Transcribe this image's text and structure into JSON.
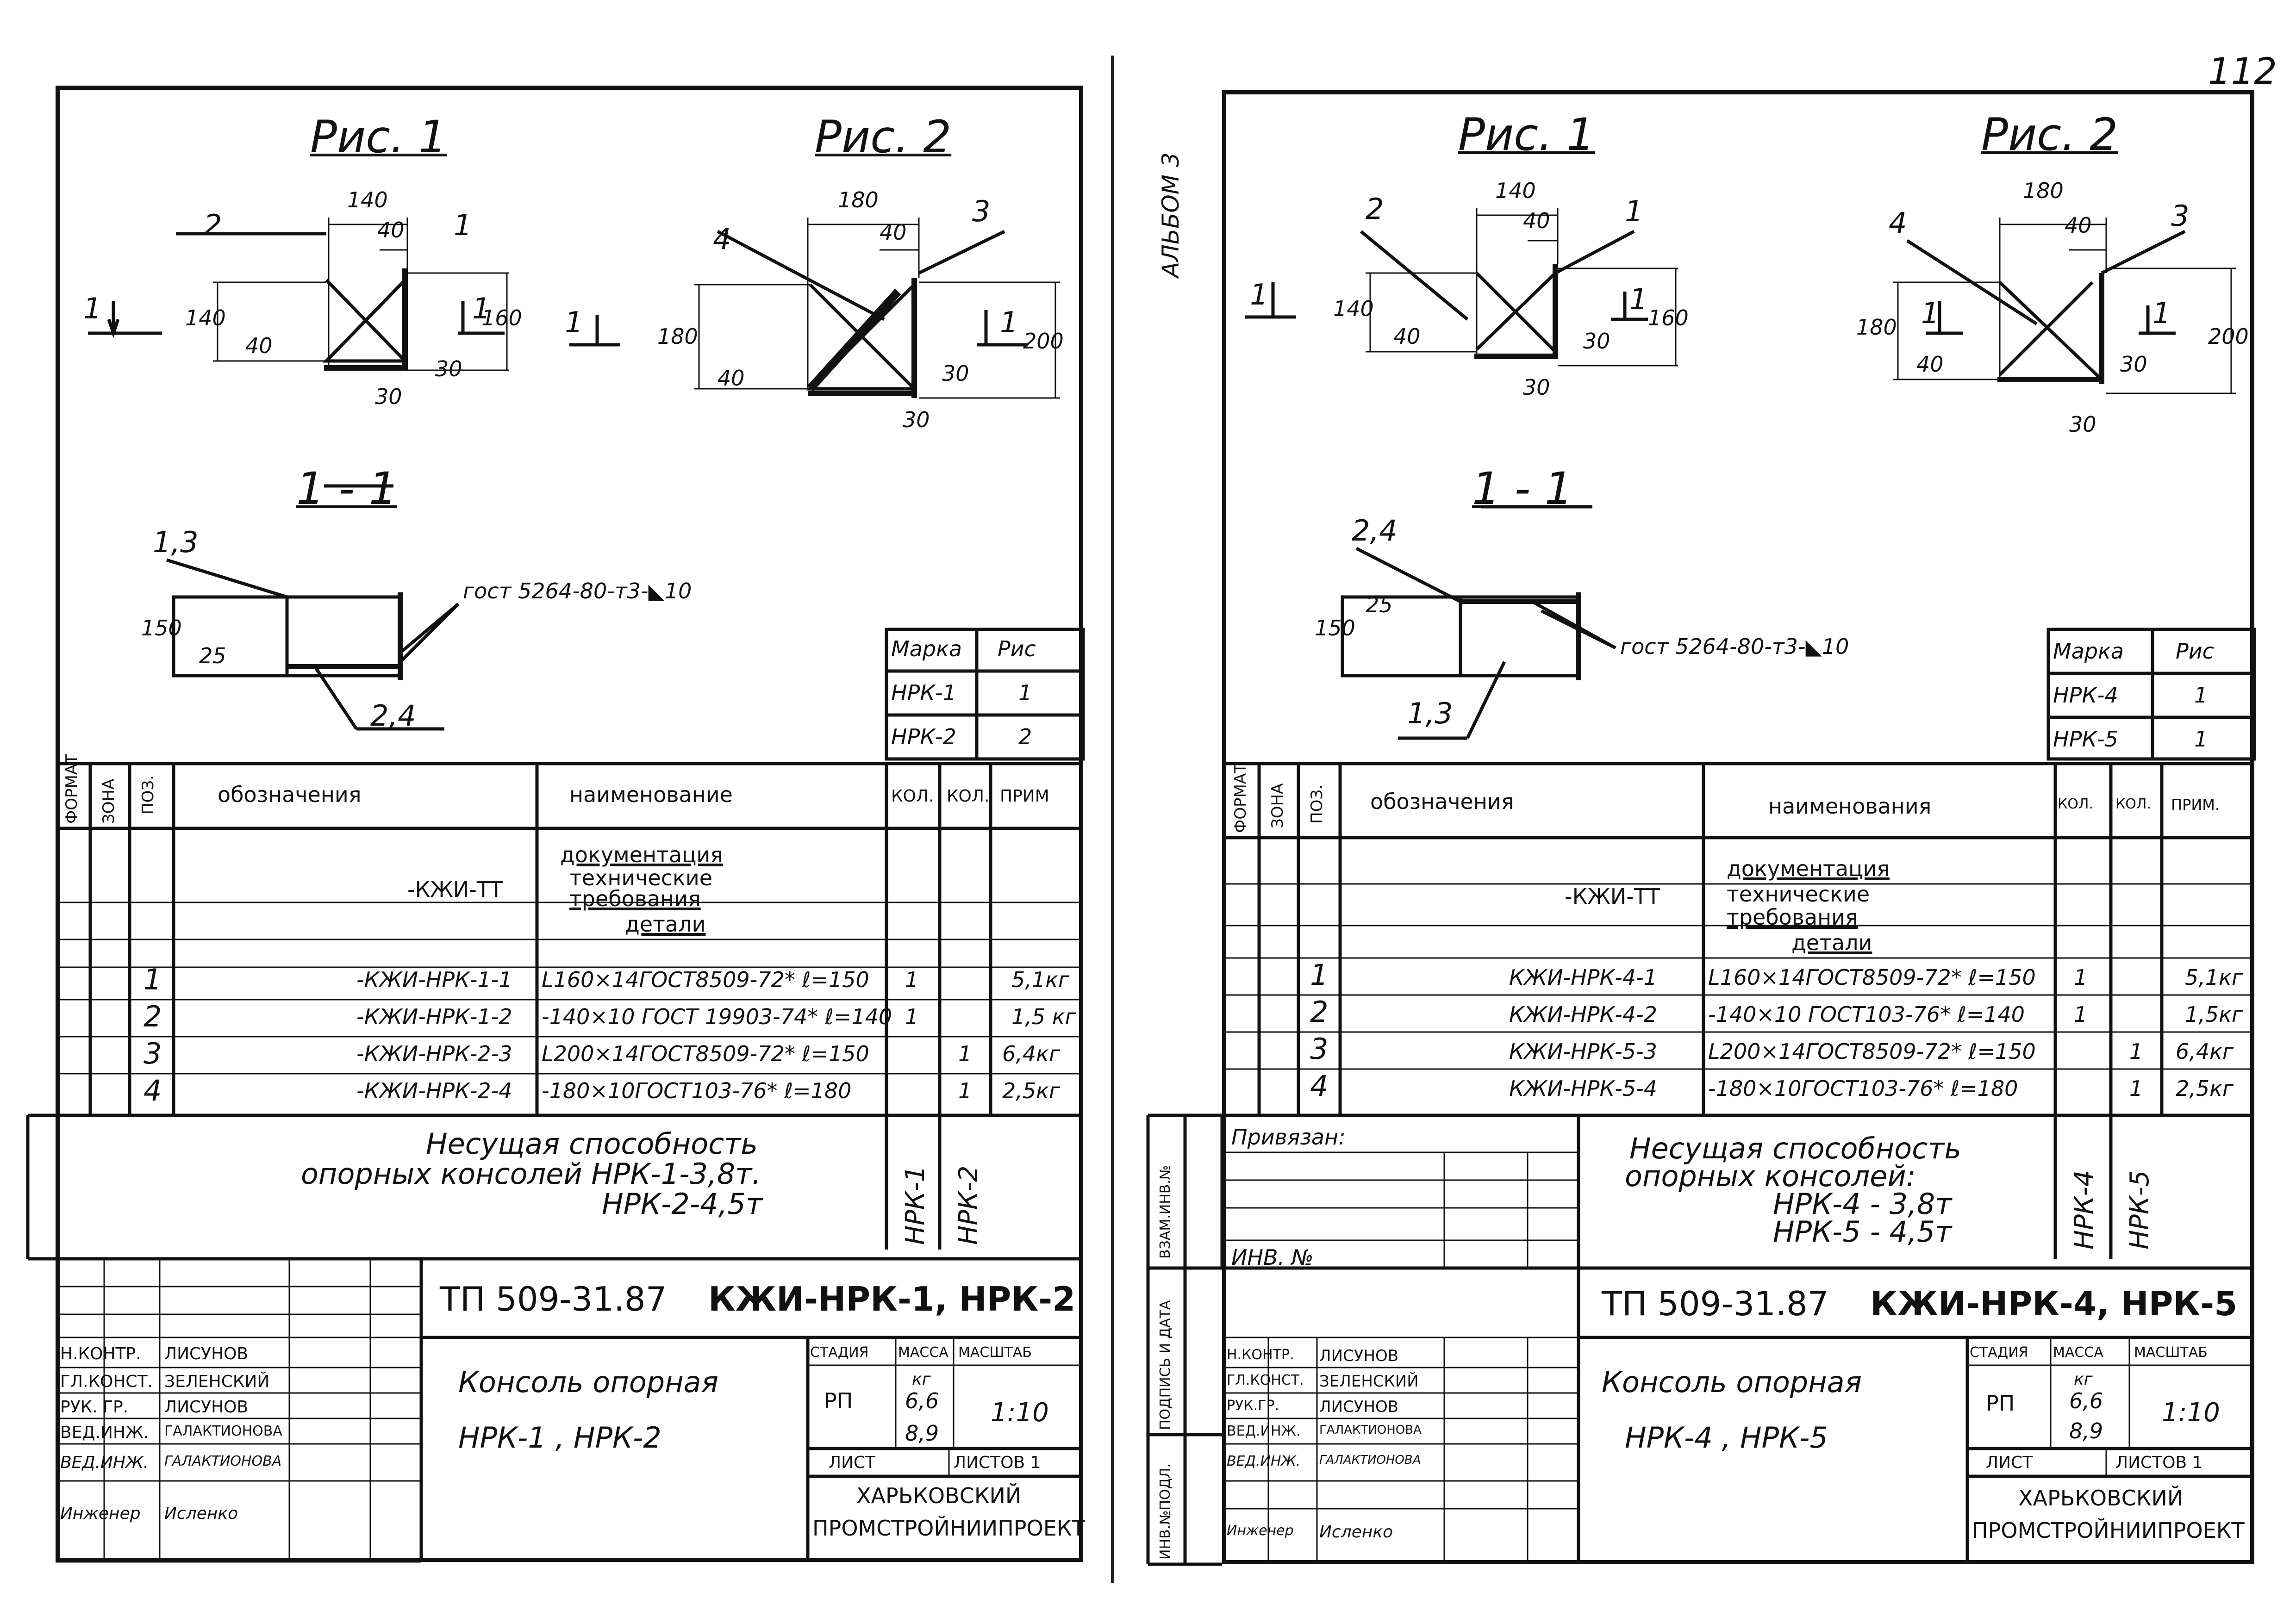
{
  "page_number": "112",
  "album_label": "АЛЬБОМ 3",
  "sheets": [
    {
      "fig1_title": "Рис. 1",
      "fig2_title": "Рис. 2",
      "section_title": "1 - 1",
      "section_mark": "1",
      "fig1": {
        "callout_a": "2",
        "callout_b": "1",
        "dim_w": "140",
        "dim_inner": "40",
        "dim_h_left": "140",
        "dim_h_right": "160",
        "dim_40": "40",
        "dim_30a": "30",
        "dim_30b": "30"
      },
      "fig2": {
        "callout_a": "4",
        "callout_b": "3",
        "dim_w": "180",
        "dim_inner": "40",
        "dim_h_left": "180",
        "dim_h_right": "200",
        "dim_40": "40",
        "dim_30a": "30",
        "dim_30b": "30"
      },
      "section": {
        "label_top": "1,3",
        "label_bottom": "2,4",
        "dim_150": "150",
        "dim_25": "25",
        "weld_note": "гост 5264-80-т3-◣10"
      },
      "marks_table": {
        "headers": [
          "Марка",
          "Рис"
        ],
        "rows": [
          [
            "НРК-1",
            "1"
          ],
          [
            "НРК-2",
            "2"
          ]
        ]
      },
      "spec_headers": {
        "format": "ФОРМАТ",
        "zone": "ЗОНА",
        "pos": "ПОЗ.",
        "designation": "обозначения",
        "name": "наименование",
        "qty1": "КОЛ.",
        "qty2": "КОЛ.",
        "note": "ПРИМ"
      },
      "spec_sections": {
        "doc": "документация",
        "tech": "технические",
        "req": "требования",
        "doc_code": "-КЖИ-ТТ",
        "parts": "детали"
      },
      "spec_rows": [
        {
          "pos": "1",
          "designation": "-КЖИ-НРК-1-1",
          "name": "L160×14ГОСТ8509-72* ℓ=150",
          "q1": "1",
          "q2": "",
          "note": "5,1кг"
        },
        {
          "pos": "2",
          "designation": "-КЖИ-НРК-1-2",
          "name": "-140×10 ГОСТ 19903-74* ℓ=140",
          "q1": "1",
          "q2": "",
          "note": "1,5 кг"
        },
        {
          "pos": "3",
          "designation": "-КЖИ-НРК-2-3",
          "name": "L200×14ГОСТ8509-72* ℓ=150",
          "q1": "",
          "q2": "1",
          "note": "6,4кг"
        },
        {
          "pos": "4",
          "designation": "-КЖИ-НРК-2-4",
          "name": "-180×10ГОСТ103-76* ℓ=180",
          "q1": "",
          "q2": "1",
          "note": "2,5кг"
        }
      ],
      "capacity": {
        "line1": "Несущая способность",
        "line2": "опорных консолей НРК-1-3,8т.",
        "line3": "НРК-2-4,5т"
      },
      "vertical_marks": [
        "НРК-1",
        "НРК-2"
      ],
      "doc_code": "ТП 509-31.87",
      "doc_marks": "КЖИ-НРК-1, НРК-2",
      "roles": [
        {
          "role": "Н.КОНТР.",
          "name": "ЛИСУНОВ"
        },
        {
          "role": "ГЛ.КОНСТ.",
          "name": "ЗЕЛЕНСКИЙ"
        },
        {
          "role": "РУК. ГР.",
          "name": "ЛИСУНОВ"
        },
        {
          "role": "ВЕД.ИНЖ.",
          "name": "ГАЛАКТИОНОВА"
        },
        {
          "role": "ВЕД.ИНЖ.",
          "name": "ГАЛАКТИОНОВА"
        },
        {
          "role": "Инженер",
          "name": "Исленко"
        }
      ],
      "drawing_name_line1": "Консоль опорная",
      "drawing_name_line2": "НРК-1 , НРК-2",
      "stage_label": "СТАДИЯ",
      "mass_label": "МАССА",
      "scale_label": "МАСШТАБ",
      "stage": "РП",
      "mass_unit": "кг",
      "mass_values": [
        "6,6",
        "8,9"
      ],
      "scale": "1:10",
      "sheet_label": "ЛИСТ",
      "sheets_label": "ЛИСТОВ 1",
      "org_line1": "ХАРЬКОВСКИЙ",
      "org_line2": "ПРОМСТРОЙНИИПРОЕКТ"
    },
    {
      "fig1_title": "Рис. 1",
      "fig2_title": "Рис. 2",
      "section_title": "1 - 1",
      "section_mark": "1",
      "fig1": {
        "callout_a": "2",
        "callout_b": "1",
        "dim_w": "140",
        "dim_inner": "40",
        "dim_h_left": "140",
        "dim_h_right": "160",
        "dim_40": "40",
        "dim_30a": "30",
        "dim_30b": "30"
      },
      "fig2": {
        "callout_a": "4",
        "callout_b": "3",
        "dim_w": "180",
        "dim_inner": "40",
        "dim_h_left": "180",
        "dim_h_right": "200",
        "dim_40": "40",
        "dim_30a": "30",
        "dim_30b": "30"
      },
      "section": {
        "label_top": "2,4",
        "label_bottom": "1,3",
        "dim_150": "150",
        "dim_25": "25",
        "weld_note": "гост 5264-80-т3-◣10"
      },
      "marks_table": {
        "headers": [
          "Марка",
          "Рис"
        ],
        "rows": [
          [
            "НРК-4",
            "1"
          ],
          [
            "НРК-5",
            "1"
          ]
        ]
      },
      "spec_headers": {
        "format": "ФОРМАТ",
        "zone": "ЗОНА",
        "pos": "ПОЗ.",
        "designation": "обозначения",
        "name": "наименования",
        "qty1": "КОЛ.",
        "qty2": "КОЛ.",
        "note": "ПРИМ."
      },
      "spec_sections": {
        "doc": "документация",
        "tech": "технические",
        "req": "требования",
        "doc_code": "-КЖИ-ТТ",
        "parts": "детали"
      },
      "spec_rows": [
        {
          "pos": "1",
          "designation": "КЖИ-НРК-4-1",
          "name": "L160×14ГОСТ8509-72* ℓ=150",
          "q1": "1",
          "q2": "",
          "note": "5,1кг"
        },
        {
          "pos": "2",
          "designation": "КЖИ-НРК-4-2",
          "name": "-140×10 ГОСТ103-76* ℓ=140",
          "q1": "1",
          "q2": "",
          "note": "1,5кг"
        },
        {
          "pos": "3",
          "designation": "КЖИ-НРК-5-3",
          "name": "L200×14ГОСТ8509-72* ℓ=150",
          "q1": "",
          "q2": "1",
          "note": "6,4кг"
        },
        {
          "pos": "4",
          "designation": "КЖИ-НРК-5-4",
          "name": "-180×10ГОСТ103-76* ℓ=180",
          "q1": "",
          "q2": "1",
          "note": "2,5кг"
        }
      ],
      "capacity": {
        "line1": "Несущая способность",
        "line2": "опорных консолей:",
        "line3": "НРК-4 - 3,8т",
        "line4": "НРК-5 - 4,5т"
      },
      "vertical_marks": [
        "НРК-4",
        "НРК-5"
      ],
      "binding_label": "Привязан:",
      "inv_label": "ИНВ. №",
      "side_labels": [
        "ВЗАМ.ИНВ.№",
        "ПОДПИСЬ И ДАТА",
        "ИНВ.№ПОДЛ."
      ],
      "doc_code": "ТП 509-31.87",
      "doc_marks": "КЖИ-НРК-4, НРК-5",
      "roles": [
        {
          "role": "Н.КОНТР.",
          "name": "ЛИСУНОВ"
        },
        {
          "role": "ГЛ.КОНСТ.",
          "name": "ЗЕЛЕНСКИЙ"
        },
        {
          "role": "РУК.ГР.",
          "name": "ЛИСУНОВ"
        },
        {
          "role": "ВЕД.ИНЖ.",
          "name": "ГАЛАКТИОНОВА"
        },
        {
          "role": "ВЕД.ИНЖ.",
          "name": "ГАЛАКТИОНОВА"
        },
        {
          "role": "Инженер",
          "name": "Исленко"
        }
      ],
      "drawing_name_line1": "Консоль опорная",
      "drawing_name_line2": "НРК-4 , НРК-5",
      "stage_label": "СТАДИЯ",
      "mass_label": "МАССА",
      "scale_label": "МАСШТАБ",
      "stage": "РП",
      "mass_unit": "кг",
      "mass_values": [
        "6,6",
        "8,9"
      ],
      "scale": "1:10",
      "sheet_label": "ЛИСТ",
      "sheets_label": "ЛИСТОВ 1",
      "org_line1": "ХАРЬКОВСКИЙ",
      "org_line2": "ПРОМСТРОЙНИИПРОЕКТ"
    }
  ]
}
